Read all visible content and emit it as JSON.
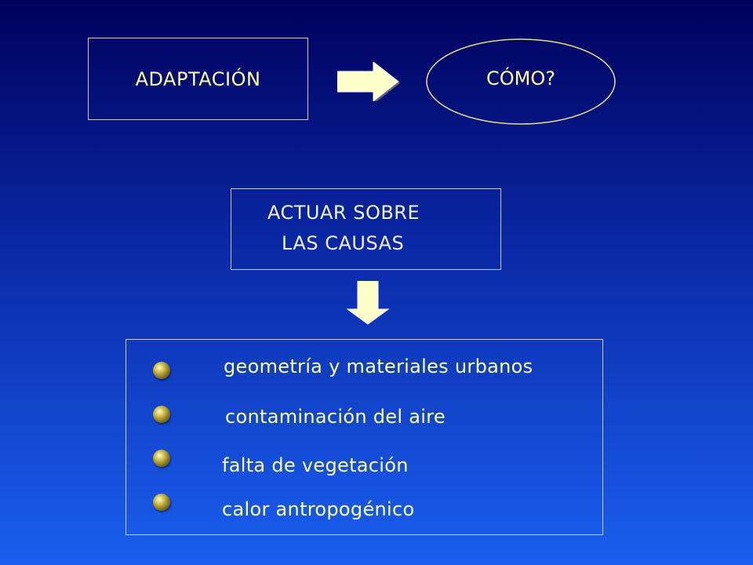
{
  "top_box": {
    "label": "ADAPTACIÓN"
  },
  "question": {
    "label": "CÓMO?"
  },
  "action_box": {
    "line1": "ACTUAR  SOBRE",
    "line2": "LAS  CAUSAS"
  },
  "causes": [
    {
      "text": "geometría y materiales urbanos"
    },
    {
      "text": "contaminación del aire"
    },
    {
      "text": "falta de vegetación"
    },
    {
      "text": "calor antropogénico"
    }
  ],
  "colors": {
    "text_yellow": "#ffff9c",
    "text_white": "#f2f2f7",
    "arrow_fill": "#ffffcc",
    "bg_top": "#00005c",
    "bg_bottom": "#1a5ff0"
  },
  "icons": {
    "right_arrow": "right-arrow-icon",
    "down_arrow": "down-arrow-icon",
    "bullet": "gold-bullet-icon"
  }
}
